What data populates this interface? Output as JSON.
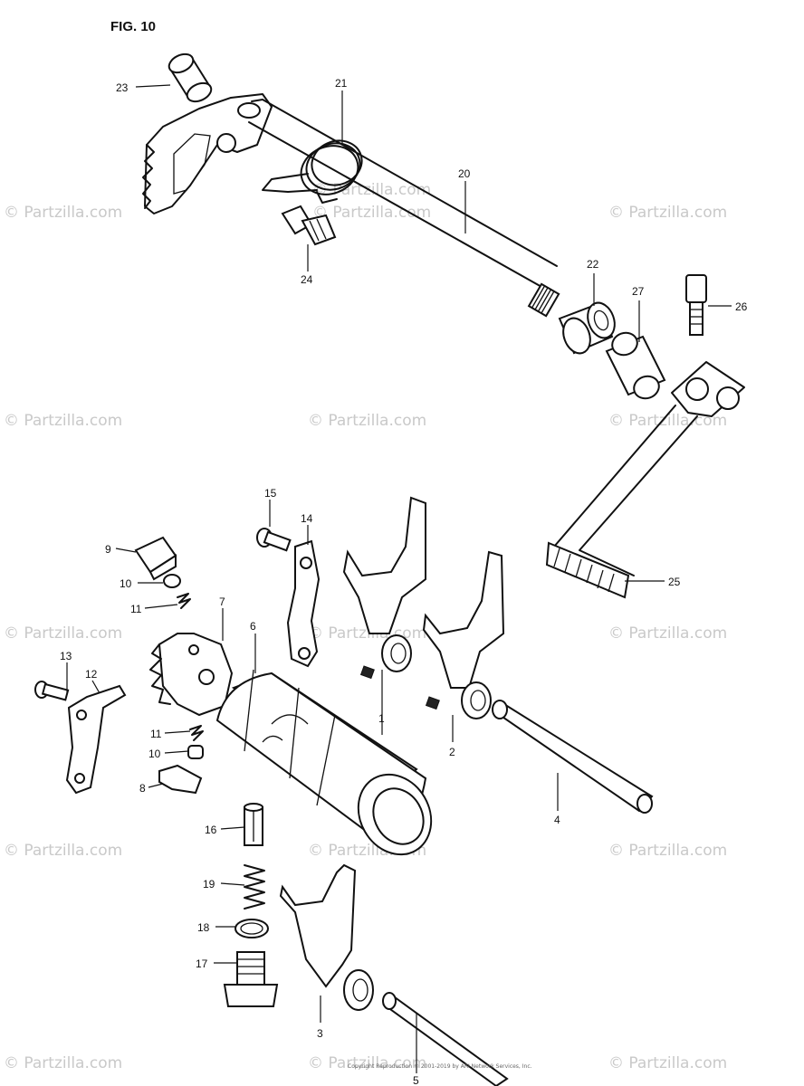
{
  "figure_title": "FIG. 10",
  "watermark": "© Partzilla.com",
  "footer_small": "Copyright Reproduction © 2001-2019 by ARI Network Services, Inc.",
  "callouts": {
    "c1": "1",
    "c2": "2",
    "c3": "3",
    "c4": "4",
    "c5": "5",
    "c6": "6",
    "c7": "7",
    "c8": "8",
    "c9": "9",
    "c10a": "10",
    "c10b": "10",
    "c11a": "11",
    "c11b": "11",
    "c12": "12",
    "c13": "13",
    "c14": "14",
    "c15": "15",
    "c16": "16",
    "c17": "17",
    "c18": "18",
    "c19": "19",
    "c20": "20",
    "c21": "21",
    "c22": "22",
    "c23": "23",
    "c24": "24",
    "c25": "25",
    "c26": "26",
    "c27": "27"
  }
}
